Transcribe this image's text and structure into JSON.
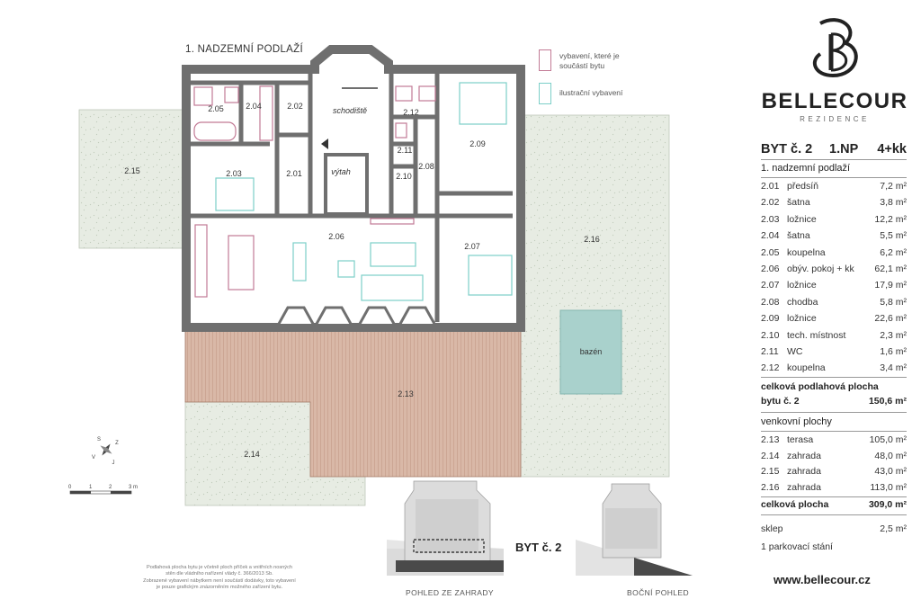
{
  "plan": {
    "title": "1. NADZEMNÍ PODLAŽÍ",
    "legend": [
      {
        "text_line1": "vybavení, které je",
        "text_line2": "součástí bytu",
        "color": "#c27a95"
      },
      {
        "text_line1": "ilustrační vybavení",
        "text_line2": "",
        "color": "#7ccfc8"
      }
    ],
    "room_labels": {
      "r205": "2.05",
      "r204": "2.04",
      "r202": "2.02",
      "stairs": "schodiště",
      "r212": "2.12",
      "r209": "2.09",
      "r211": "2.11",
      "r203": "2.03",
      "r201": "2.01",
      "elevator": "výtah",
      "r210": "2.10",
      "r208": "2.08",
      "r215": "2.15",
      "r206": "2.06",
      "r207": "2.07",
      "r216": "2.16",
      "pool": "bazén",
      "r213": "2.13",
      "r214": "2.14"
    },
    "compass": {
      "n": "S",
      "e": "V",
      "s": "J",
      "w": "Z"
    },
    "scale": [
      "0",
      "1",
      "2",
      "3 m"
    ],
    "notes": [
      "Podlahová plocha bytu je včetně ploch příček a vnitřních nosných",
      "stěn dle vládního nařízení vlády č. 366/2013 Sb.",
      "Zobrazené vybavení nábytkem není součástí dodávky, toto vybavení",
      "je pouze grafickým znázorněním možného zařízení bytu."
    ],
    "elevations": {
      "garden": "POHLED ZE ZAHRADY",
      "side": "BOČNÍ POHLED",
      "unit": "BYT č. 2"
    }
  },
  "brand": {
    "name": "BELLECOUR",
    "sub": "REZIDENCE",
    "web": "www.bellecour.cz"
  },
  "apartment": {
    "label": "BYT č. 2",
    "floor": "1.NP",
    "layout": "4+kk",
    "section_title": "1. nadzemní podlaží",
    "rooms": [
      {
        "code": "2.01",
        "name": "předsíň",
        "area": "7,2 m²"
      },
      {
        "code": "2.02",
        "name": "šatna",
        "area": "3,8 m²"
      },
      {
        "code": "2.03",
        "name": "ložnice",
        "area": "12,2 m²"
      },
      {
        "code": "2.04",
        "name": "šatna",
        "area": "5,5 m²"
      },
      {
        "code": "2.05",
        "name": "koupelna",
        "area": "6,2 m²"
      },
      {
        "code": "2.06",
        "name": "obýv. pokoj + kk",
        "area": "62,1 m²"
      },
      {
        "code": "2.07",
        "name": "ložnice",
        "area": "17,9 m²"
      },
      {
        "code": "2.08",
        "name": "chodba",
        "area": "5,8 m²"
      },
      {
        "code": "2.09",
        "name": "ložnice",
        "area": "22,6 m²"
      },
      {
        "code": "2.10",
        "name": "tech. místnost",
        "area": "2,3 m²"
      },
      {
        "code": "2.11",
        "name": "WC",
        "area": "1,6 m²"
      },
      {
        "code": "2.12",
        "name": "koupelna",
        "area": "3,4 m²"
      }
    ],
    "total_label_1": "celková podlahová plocha",
    "total_label_2": "bytu č. 2",
    "total_area": "150,6 m²",
    "outdoor_title": "venkovní plochy",
    "outdoor": [
      {
        "code": "2.13",
        "name": "terasa",
        "area": "105,0 m²"
      },
      {
        "code": "2.14",
        "name": "zahrada",
        "area": "48,0 m²"
      },
      {
        "code": "2.15",
        "name": "zahrada",
        "area": "43,0 m²"
      },
      {
        "code": "2.16",
        "name": "zahrada",
        "area": "113,0 m²"
      }
    ],
    "outdoor_total_label": "celková plocha",
    "outdoor_total": "309,0 m²",
    "cellar_label": "sklep",
    "cellar_area": "2,5 m²",
    "parking": "1 parkovací stání"
  }
}
